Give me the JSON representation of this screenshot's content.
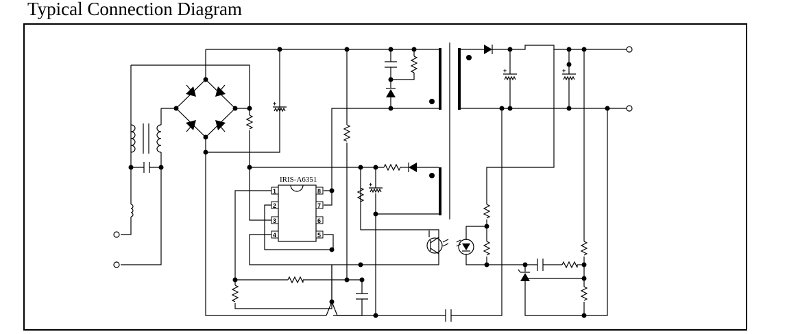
{
  "title": "Typical Connection Diagram",
  "ic": {
    "label": "IRIS-A6351",
    "pins": [
      "1",
      "2",
      "3",
      "4",
      "5",
      "6",
      "7",
      "8"
    ]
  }
}
